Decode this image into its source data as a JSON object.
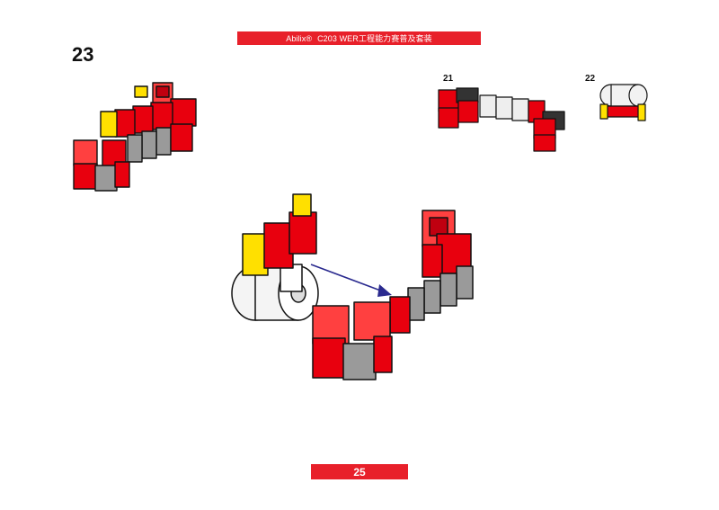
{
  "header": {
    "brand": "Abilix®",
    "title": "C203 WER工程能力赛普及套装"
  },
  "steps": {
    "main": "23",
    "sub_a": "21",
    "sub_b": "22"
  },
  "footer": {
    "page_number": "25"
  },
  "colors": {
    "accent_red": "#e8202a",
    "block_red": "#e8000e",
    "block_gray": "#9a9a9a",
    "block_yellow": "#ffe000",
    "arrow_blue": "#2a2a8f"
  },
  "icons": {
    "assembly_arrow": "arrow-right-icon"
  }
}
